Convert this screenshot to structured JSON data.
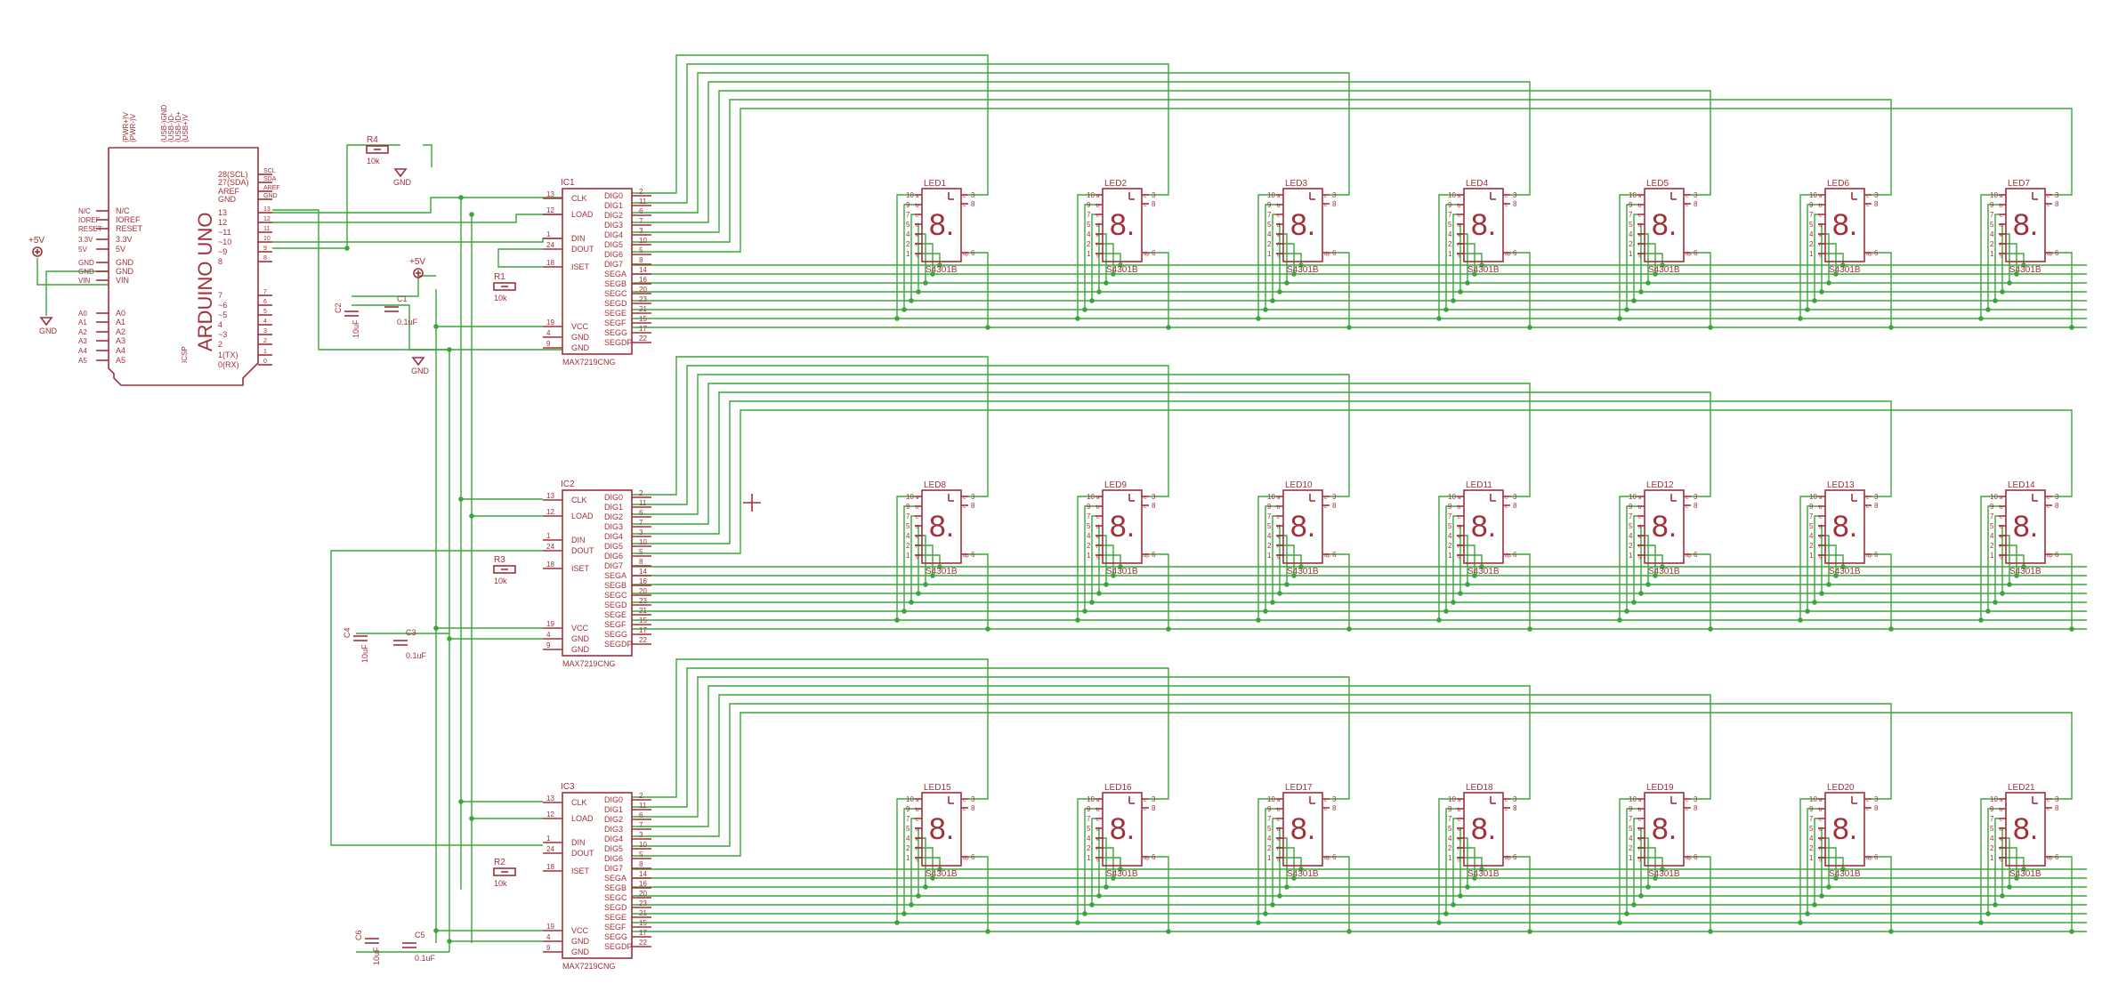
{
  "arduino": {
    "name": "ARDUINO UNO",
    "left_pins": [
      "N/C",
      "IOREF",
      "RESET",
      "3.3V",
      "5V",
      "GND",
      "GND",
      "VIN",
      "A0",
      "A1",
      "A2",
      "A3",
      "A4",
      "A5"
    ],
    "left_labels": [
      "N/C",
      "IOREF",
      "RESET",
      "3.3V",
      "5V",
      "GND",
      "GND",
      "VIN",
      "A0",
      "A1",
      "A2",
      "A3",
      "A4",
      "A5"
    ],
    "right_labels": [
      "28(SCL)",
      "27(SDA)",
      "AREF",
      "GND",
      "13",
      "12",
      "~11",
      "~10",
      "~9",
      "8",
      "7",
      "~6",
      "~5",
      "4",
      "~3",
      "2",
      "1(TX)",
      "0(RX)"
    ],
    "right_pins": [
      "SCL",
      "SDA",
      "AREF",
      "GND",
      "13",
      "12",
      "11",
      "10",
      "9",
      "8",
      "7",
      "6",
      "5",
      "4",
      "3",
      "2",
      "1",
      "0"
    ],
    "top_labels": [
      "(PWR+)V",
      "(PWR-)V",
      "(USB-)GND",
      "(USB-)D-",
      "(USB-)D+",
      "(USB+)V"
    ],
    "ics_label": "ICSP"
  },
  "supply": {
    "plus5v_left": "+5V",
    "gnd_left": "GND",
    "plus5v_mid": "+5V",
    "gnd_top": "GND",
    "gnd_mid": "GND"
  },
  "resistors": [
    {
      "name": "R4",
      "value": "10k"
    },
    {
      "name": "R1",
      "value": "10k"
    },
    {
      "name": "R3",
      "value": "10k"
    },
    {
      "name": "R2",
      "value": "10k"
    }
  ],
  "capacitors": [
    {
      "name": "C2",
      "value": "10uF"
    },
    {
      "name": "C1",
      "value": "0.1uF"
    },
    {
      "name": "C4",
      "value": "10uF"
    },
    {
      "name": "C3",
      "value": "0.1uF"
    },
    {
      "name": "C6",
      "value": "10uF"
    },
    {
      "name": "C5",
      "value": "0.1uF"
    }
  ],
  "ics": [
    {
      "name": "IC1",
      "part": "MAX7219CNG"
    },
    {
      "name": "IC2",
      "part": "MAX7219CNG"
    },
    {
      "name": "IC3",
      "part": "MAX7219CNG"
    }
  ],
  "ic_left_pins": [
    {
      "num": "13",
      "label": "CLK"
    },
    {
      "num": "12",
      "label": "LOAD"
    },
    {
      "num": "1",
      "label": "DIN"
    },
    {
      "num": "24",
      "label": "DOUT"
    },
    {
      "num": "18",
      "label": "ISET"
    },
    {
      "num": "19",
      "label": "VCC"
    },
    {
      "num": "4",
      "label": "GND"
    },
    {
      "num": "9",
      "label": "GND"
    }
  ],
  "ic_right_pins": [
    {
      "label": "DIG0",
      "num": "2"
    },
    {
      "label": "DIG1",
      "num": "11"
    },
    {
      "label": "DIG2",
      "num": "6"
    },
    {
      "label": "DIG3",
      "num": "7"
    },
    {
      "label": "DIG4",
      "num": "3"
    },
    {
      "label": "DIG5",
      "num": "10"
    },
    {
      "label": "DIG6",
      "num": "5"
    },
    {
      "label": "DIG7",
      "num": "8"
    },
    {
      "label": "SEGA",
      "num": "14"
    },
    {
      "label": "SEGB",
      "num": "16"
    },
    {
      "label": "SEGC",
      "num": "20"
    },
    {
      "label": "SEGD",
      "num": "23"
    },
    {
      "label": "SEGE",
      "num": "21"
    },
    {
      "label": "SEGF",
      "num": "15"
    },
    {
      "label": "SEGG",
      "num": "17"
    },
    {
      "label": "SEGDP",
      "num": "22"
    }
  ],
  "leds": {
    "part": "S4301B",
    "digit_glyph": "8.",
    "names": [
      "LED1",
      "LED2",
      "LED3",
      "LED4",
      "LED5",
      "LED6",
      "LED7",
      "LED8",
      "LED9",
      "LED10",
      "LED11",
      "LED12",
      "LED13",
      "LED14",
      "LED15",
      "LED16",
      "LED17",
      "LED18",
      "LED19",
      "LED20",
      "LED21"
    ],
    "left_pins": [
      {
        "num": "10",
        "seg": "a"
      },
      {
        "num": "9",
        "seg": "b"
      },
      {
        "num": "7",
        "seg": "c"
      },
      {
        "num": "5",
        "seg": "d"
      },
      {
        "num": "4",
        "seg": "e"
      },
      {
        "num": "2",
        "seg": "f"
      },
      {
        "num": "1",
        "seg": "g"
      }
    ],
    "right_pins": [
      {
        "label": "c",
        "num": "3"
      },
      {
        "label": "c",
        "num": "8"
      },
      {
        "label": "dp",
        "num": "6"
      }
    ]
  },
  "colors": {
    "wire": "#3aa53a",
    "part": "#a0303a",
    "background": "#ffffff"
  }
}
